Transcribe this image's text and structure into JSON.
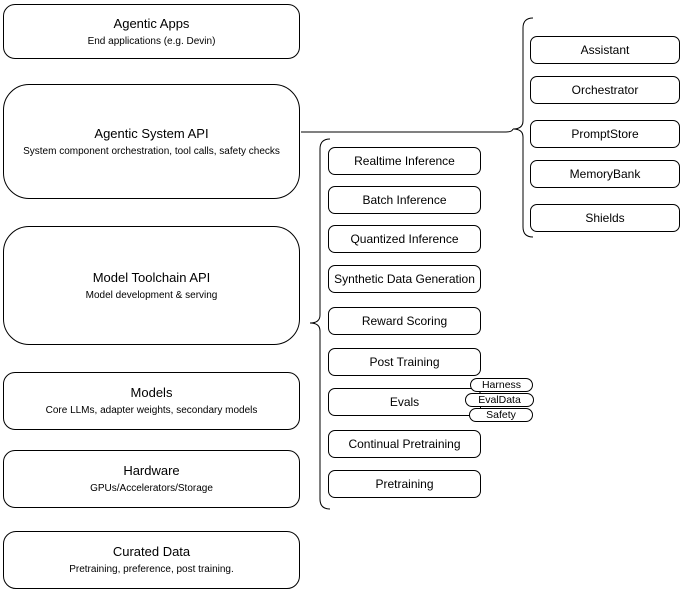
{
  "diagram": {
    "left_column": [
      {
        "title": "Agentic Apps",
        "subtitle": "End applications (e.g. Devin)"
      },
      {
        "title": "Agentic System API",
        "subtitle": "System component orchestration, tool calls, safety checks"
      },
      {
        "title": "Model Toolchain API",
        "subtitle": "Model development & serving"
      },
      {
        "title": "Models",
        "subtitle": "Core LLMs, adapter weights, secondary models"
      },
      {
        "title": "Hardware",
        "subtitle": "GPUs/Accelerators/Storage"
      },
      {
        "title": "Curated Data",
        "subtitle": "Pretraining, preference, post training."
      }
    ],
    "toolchain_components": [
      "Realtime Inference",
      "Batch Inference",
      "Quantized Inference",
      "Synthetic Data Generation",
      "Reward Scoring",
      "Post Training",
      "Evals",
      "Continual Pretraining",
      "Pretraining"
    ],
    "system_components": [
      "Assistant",
      "Orchestrator",
      "PromptStore",
      "MemoryBank",
      "Shields"
    ],
    "eval_tags": [
      "Harness",
      "EvalData",
      "Safety"
    ],
    "colors": {
      "stroke": "#000000",
      "fill": "#ffffff",
      "text": "#000000"
    }
  }
}
